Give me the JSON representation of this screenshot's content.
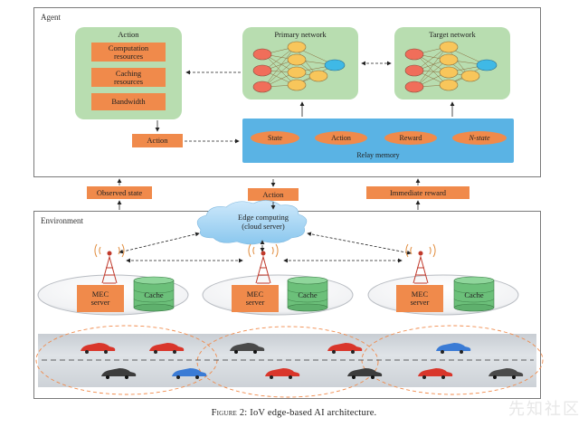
{
  "agent": {
    "label": "Agent",
    "action_panel": {
      "title": "Action",
      "items": [
        "Computation resources",
        "Caching resources",
        "Bandwidth"
      ]
    },
    "action_box": "Action",
    "primary_network": "Primary network",
    "target_network": "Target network",
    "relay_memory": {
      "label": "Relay memory",
      "items": [
        "State",
        "Action",
        "Reward",
        "N-state"
      ]
    }
  },
  "links": {
    "observed_state": "Observed state",
    "action": "Action",
    "immediate_reward": "Immediate reward"
  },
  "environment": {
    "label": "Environment",
    "edge_cloud": [
      "Edge computing",
      "(cloud server)"
    ],
    "nodes": [
      {
        "mec": [
          "MEC",
          "server"
        ],
        "cache": "Cache"
      },
      {
        "mec": [
          "MEC",
          "server"
        ],
        "cache": "Cache"
      },
      {
        "mec": [
          "MEC",
          "server"
        ],
        "cache": "Cache"
      }
    ]
  },
  "colors": {
    "orange": "#f08a4b",
    "green": "#b8ddb0",
    "blue": "#5ab3e4",
    "car_red": "#d9362b",
    "car_blue": "#3a7bd5",
    "car_dark": "#3c3c3c"
  },
  "caption": {
    "figure": "Figure 2:",
    "text": "IoV edge-based AI architecture."
  },
  "watermark": "先知社区"
}
